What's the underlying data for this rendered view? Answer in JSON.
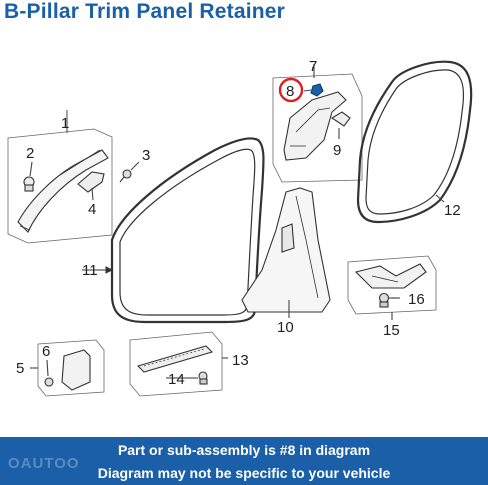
{
  "title": "B-Pillar Trim Panel Retainer",
  "callouts": [
    "1",
    "2",
    "3",
    "4",
    "5",
    "6",
    "7",
    "8",
    "9",
    "10",
    "11",
    "12",
    "13",
    "14",
    "15",
    "16"
  ],
  "highlighted_part": "8",
  "highlight_color": "#e02020",
  "brand_color": "#1a5fa8",
  "banner": {
    "line1": "Part or sub-assembly is #8 in diagram",
    "line2": "Diagram may not be specific to your vehicle"
  },
  "watermark": "OAUTOO"
}
